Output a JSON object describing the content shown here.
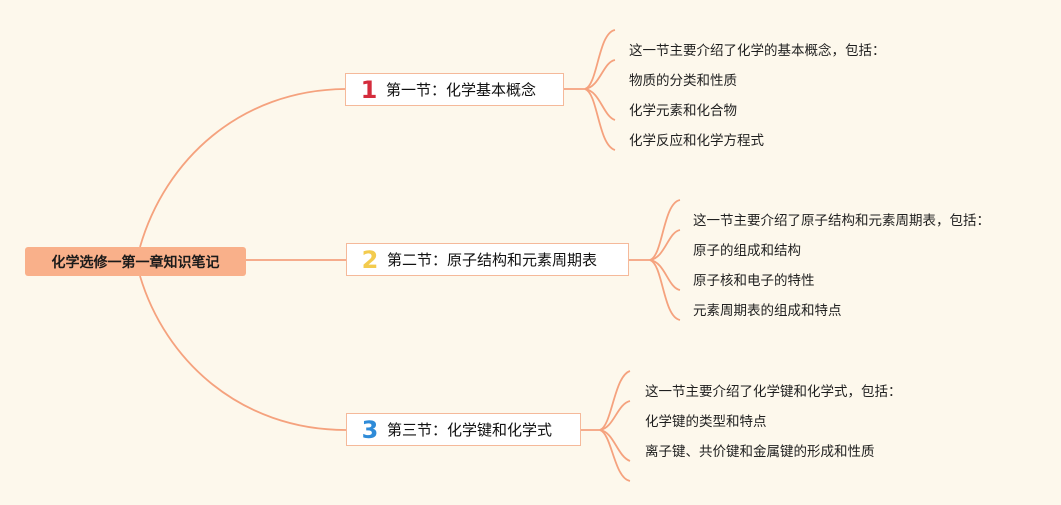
{
  "root": {
    "title": "化学选修一第一章知识笔记"
  },
  "sections": [
    {
      "number": "1",
      "title": "第一节：化学基本概念",
      "items": [
        "这一节主要介绍了化学的基本概念，包括：",
        "物质的分类和性质",
        "化学元素和化合物",
        "化学反应和化学方程式"
      ]
    },
    {
      "number": "2",
      "title": "第二节：原子结构和元素周期表",
      "items": [
        "这一节主要介绍了原子结构和元素周期表，包括：",
        "原子的组成和结构",
        "原子核和电子的特性",
        "元素周期表的组成和特点"
      ]
    },
    {
      "number": "3",
      "title": "第三节：化学键和化学式",
      "items": [
        "这一节主要介绍了化学键和化学式，包括：",
        "化学键的类型和特点",
        "离子键、共价键和金属键的形成和性质"
      ]
    }
  ],
  "colors": {
    "background": "#fdf8ec",
    "connector": "#f5a27e",
    "root_fill": "#f9b08a",
    "number_1": "#d42c3c",
    "number_2": "#f3cb4e",
    "number_3": "#2e8bd8"
  }
}
